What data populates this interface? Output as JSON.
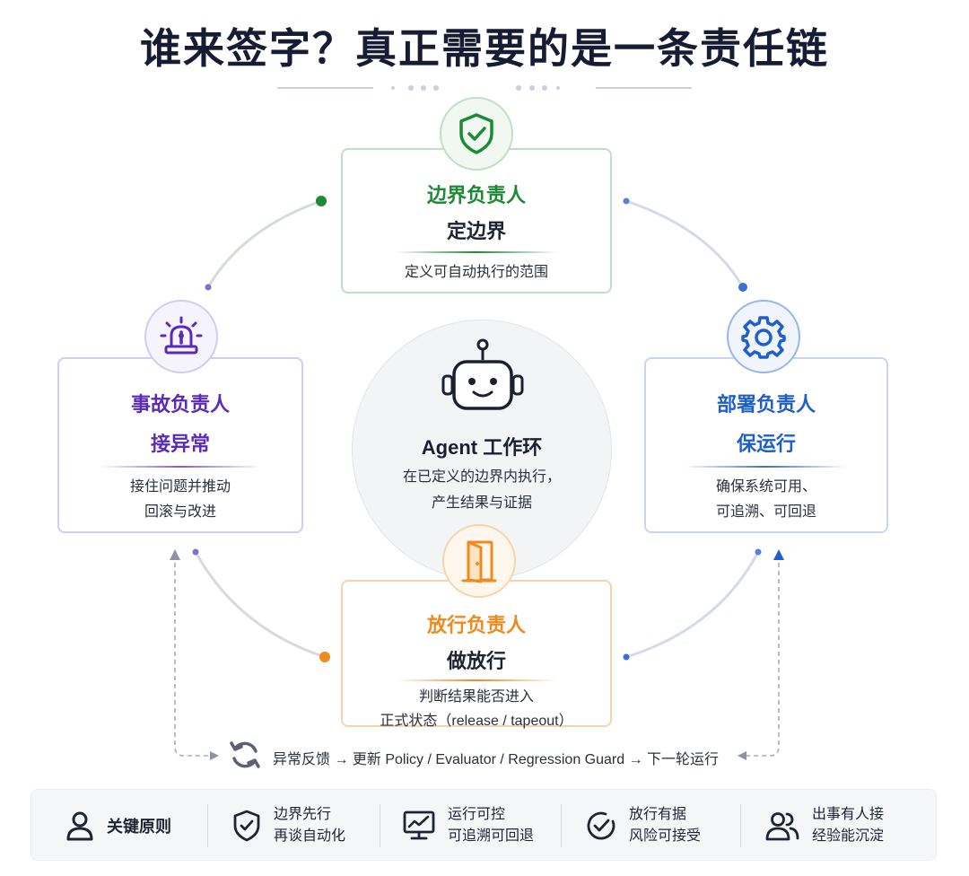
{
  "title": "谁来签字？真正需要的是一条责任链",
  "colors": {
    "green": "#1e8a35",
    "purple": "#5a2bb8",
    "blue": "#1f5fc9",
    "orange": "#ef8a1f",
    "navy": "#151c33"
  },
  "center": {
    "icon": "robot-icon",
    "title": "Agent 工作环",
    "desc_line1": "在已定义的边界内执行，",
    "desc_line2": "产生结果与证据"
  },
  "roles": {
    "boundary": {
      "icon": "shield-check-icon",
      "role": "边界负责人",
      "action": "定边界",
      "desc_line1": "定义可自动执行的范围"
    },
    "incident": {
      "icon": "siren-icon",
      "role": "事故负责人",
      "action": "接异常",
      "desc_line1": "接住问题并推动",
      "desc_line2": "回滚与改进"
    },
    "deploy": {
      "icon": "gear-icon",
      "role": "部署负责人",
      "action": "保运行",
      "desc_line1": "确保系统可用、",
      "desc_line2": "可追溯、可回退"
    },
    "release": {
      "icon": "door-icon",
      "role": "放行负责人",
      "action": "做放行",
      "desc_line1": "判断结果能否进入",
      "desc_line2": "正式状态（release / tapeout）"
    }
  },
  "feedback": {
    "icon": "refresh-icon",
    "text": "异常反馈 → 更新 Policy / Evaluator / Regression Guard → 下一轮运行"
  },
  "principles": {
    "label": "关键原则",
    "label_icon": "person-icon",
    "items": [
      {
        "icon": "shield-check-icon",
        "line1": "边界先行",
        "line2": "再谈自动化"
      },
      {
        "icon": "monitor-chart-icon",
        "line1": "运行可控",
        "line2": "可追溯可回退"
      },
      {
        "icon": "check-circle-icon",
        "line1": "放行有据",
        "line2": "风险可接受"
      },
      {
        "icon": "people-icon",
        "line1": "出事有人接",
        "line2": "经验能沉淀"
      }
    ]
  }
}
